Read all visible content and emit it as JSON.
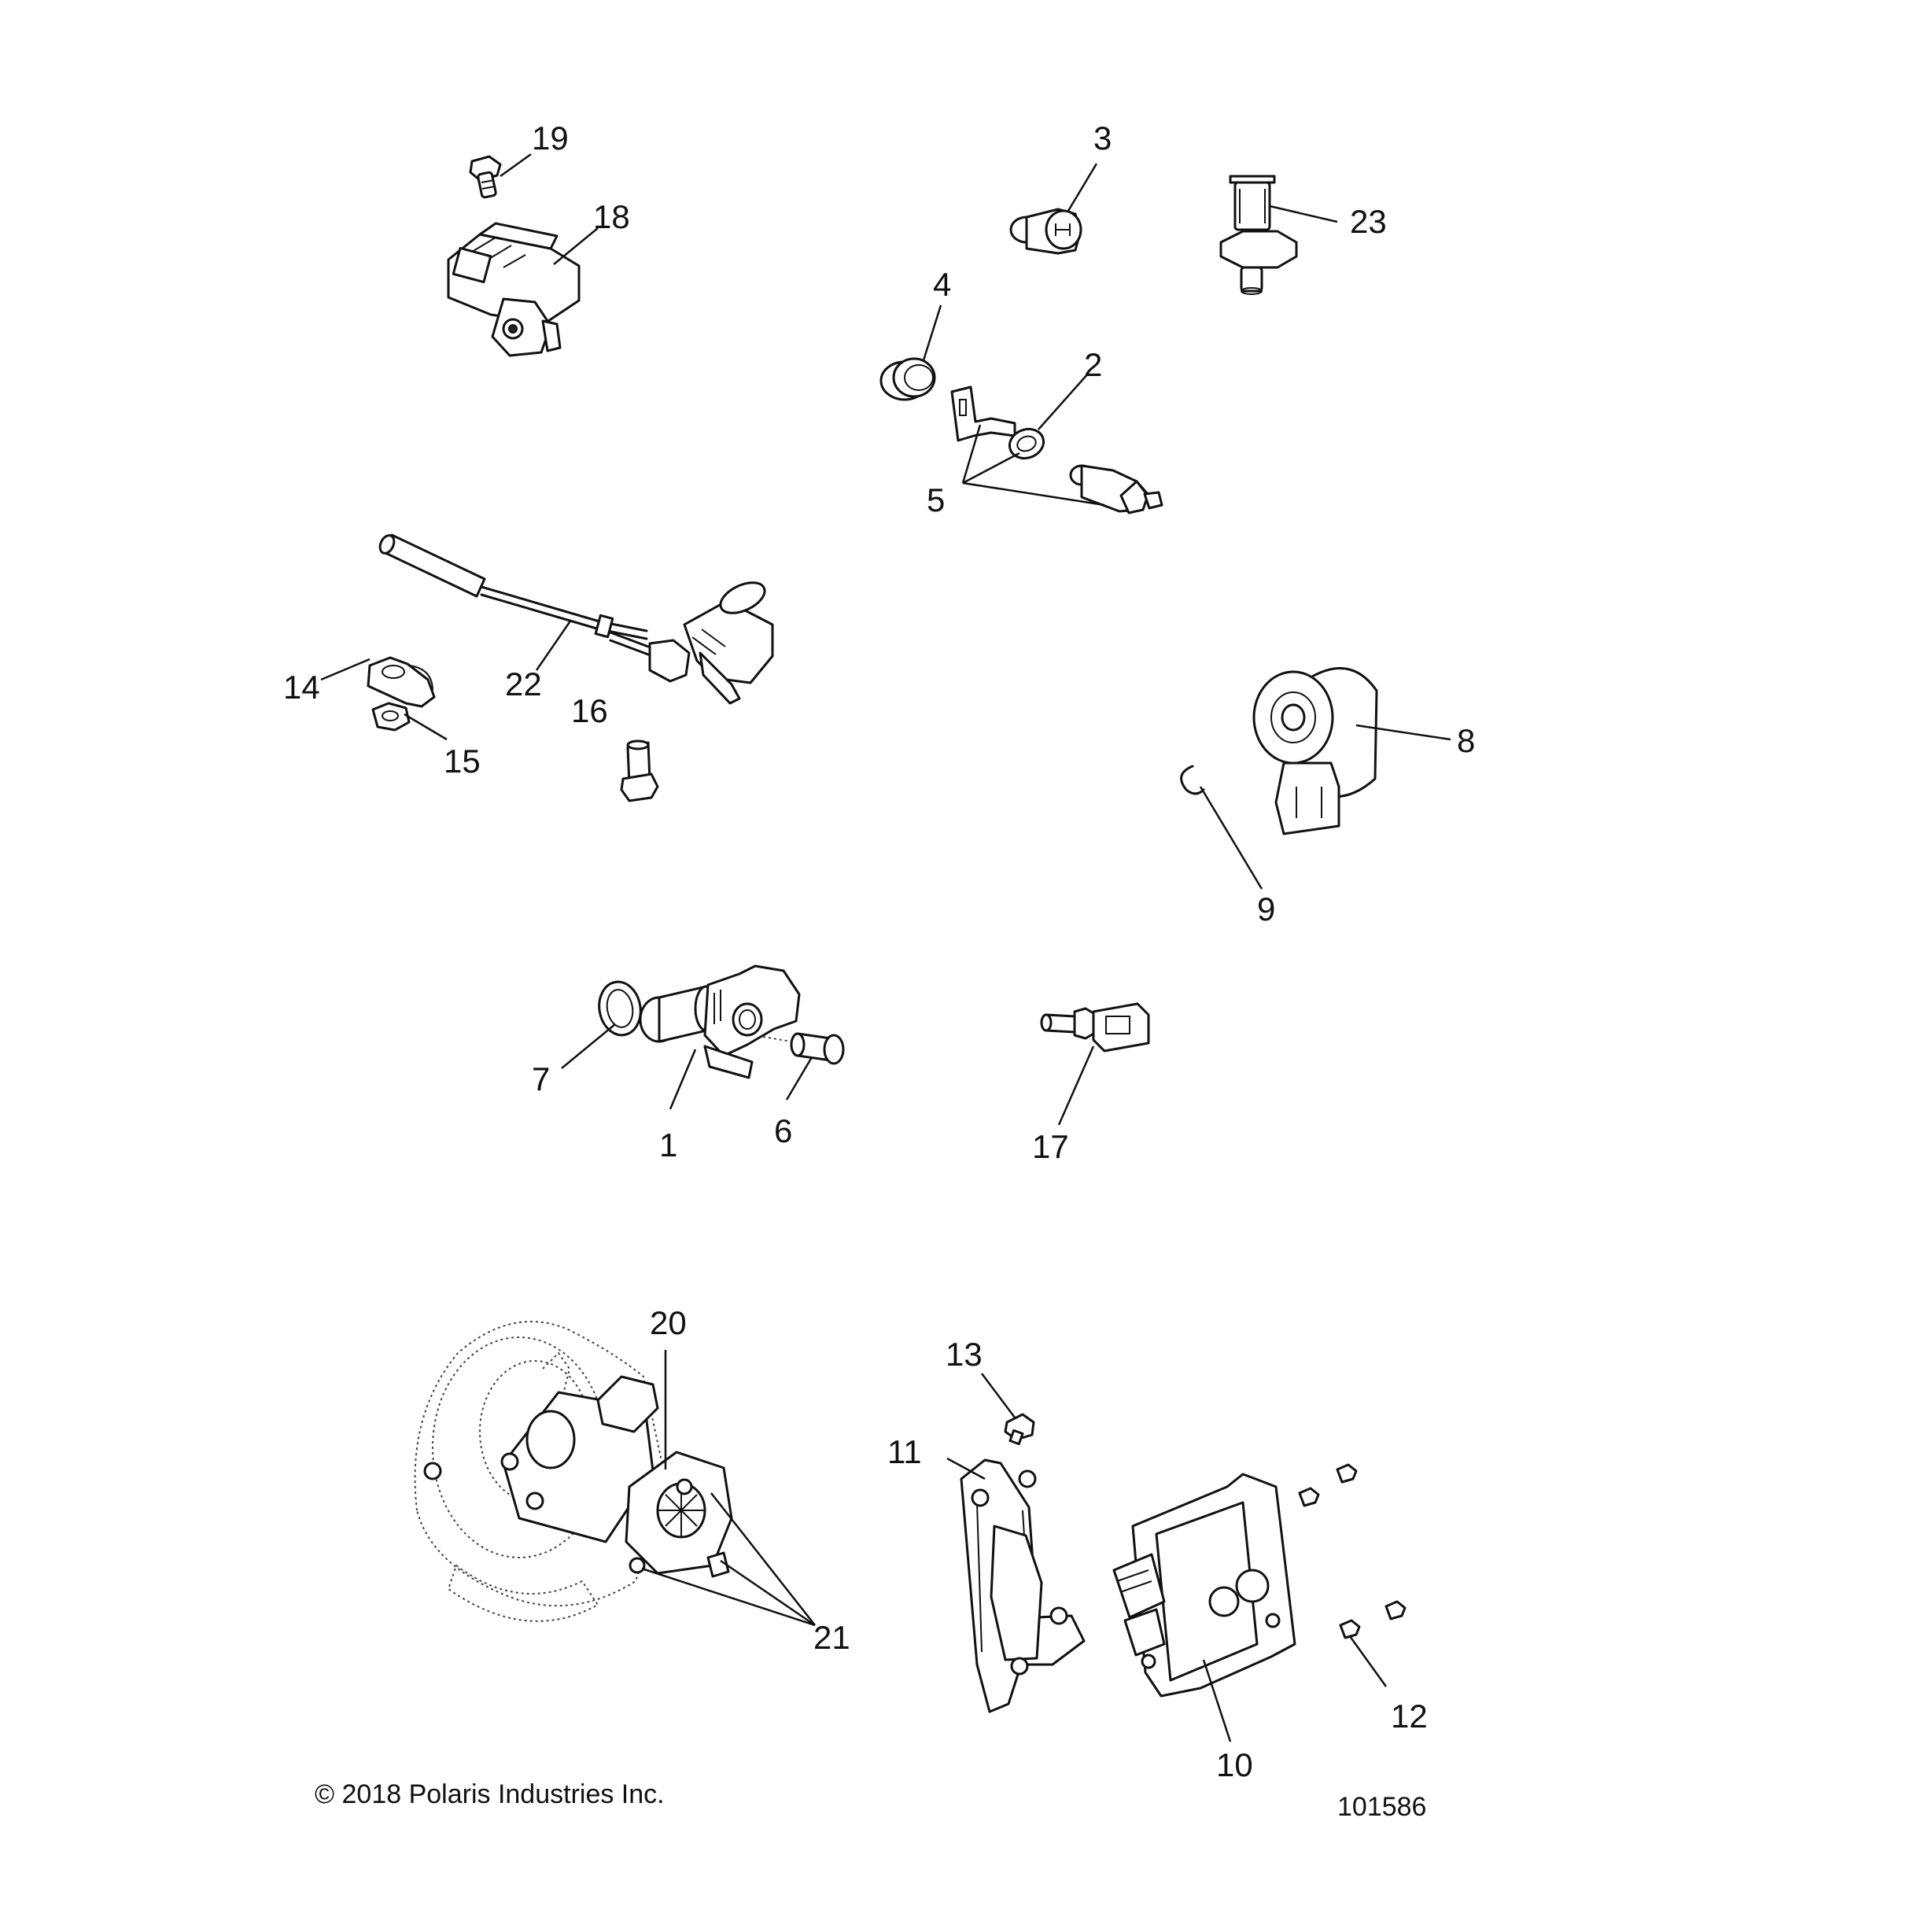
{
  "diagram": {
    "callouts": [
      {
        "label": "1"
      },
      {
        "label": "2"
      },
      {
        "label": "3"
      },
      {
        "label": "4"
      },
      {
        "label": "5"
      },
      {
        "label": "6"
      },
      {
        "label": "7"
      },
      {
        "label": "8"
      },
      {
        "label": "9"
      },
      {
        "label": "10"
      },
      {
        "label": "11"
      },
      {
        "label": "12"
      },
      {
        "label": "13"
      },
      {
        "label": "14"
      },
      {
        "label": "15"
      },
      {
        "label": "16"
      },
      {
        "label": "17"
      },
      {
        "label": "18"
      },
      {
        "label": "19"
      },
      {
        "label": "20"
      },
      {
        "label": "21"
      },
      {
        "label": "22"
      },
      {
        "label": "23"
      }
    ],
    "copyright": "© 2018 Polaris Industries Inc.",
    "figure_number": "101586"
  }
}
